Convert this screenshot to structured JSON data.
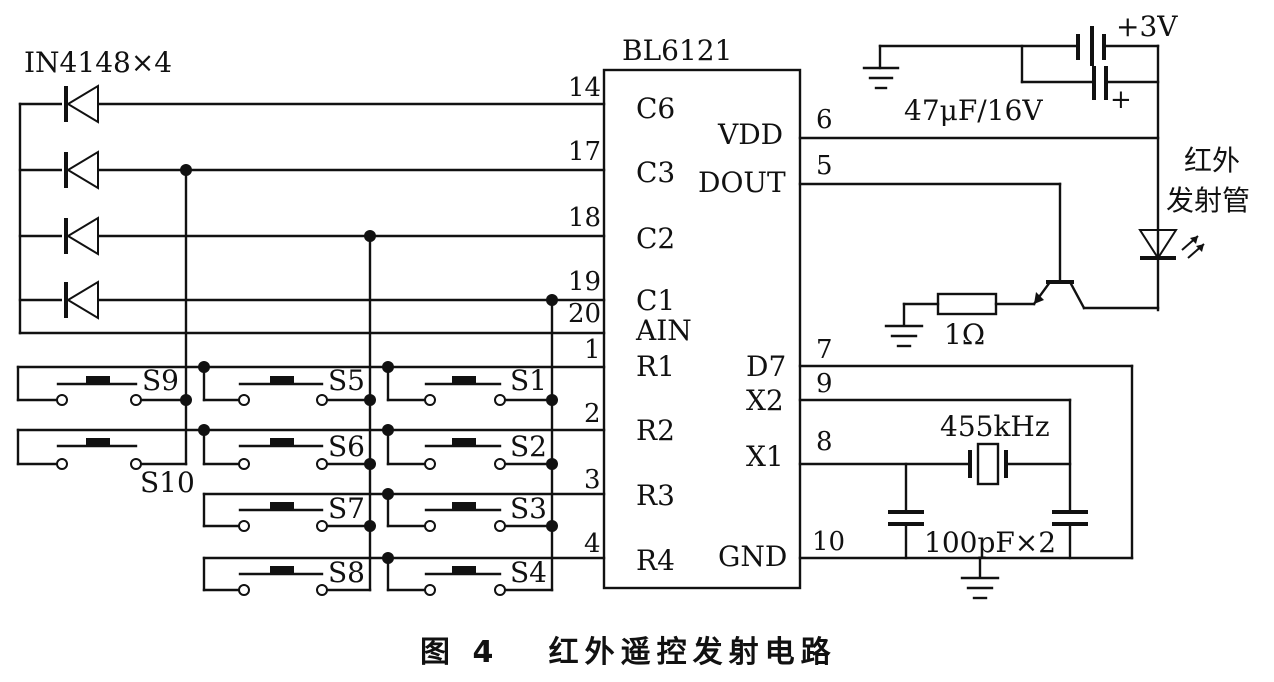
{
  "ic": {
    "name": "BL6121",
    "left_pins": [
      {
        "num": "14",
        "name": "C6"
      },
      {
        "num": "17",
        "name": "C3"
      },
      {
        "num": "18",
        "name": "C2"
      },
      {
        "num": "19",
        "name": "C1"
      },
      {
        "num": "20",
        "name": "AIN"
      },
      {
        "num": "1",
        "name": "R1"
      },
      {
        "num": "2",
        "name": "R2"
      },
      {
        "num": "3",
        "name": "R3"
      },
      {
        "num": "4",
        "name": "R4"
      }
    ],
    "right_pins": [
      {
        "num": "6",
        "name": "VDD"
      },
      {
        "num": "5",
        "name": "DOUT"
      },
      {
        "num": "7",
        "name": "D7"
      },
      {
        "num": "9",
        "name": "X2"
      },
      {
        "num": "8",
        "name": "X1"
      },
      {
        "num": "10",
        "name": "GND"
      }
    ]
  },
  "diodes_label": "IN4148×4",
  "switches": [
    "S1",
    "S2",
    "S3",
    "S4",
    "S5",
    "S6",
    "S7",
    "S8",
    "S9",
    "S10"
  ],
  "supply_label": "+3V",
  "capacitor_label": "47μF/16V",
  "polarity_mark": "+",
  "ir_led_label_line1": "红外",
  "ir_led_label_line2": "发射管",
  "resistor_label": "1Ω",
  "crystal_label": "455kHz",
  "crystal_caps_label": "100pF×2",
  "caption": "图 4   红外遥控发射电路"
}
